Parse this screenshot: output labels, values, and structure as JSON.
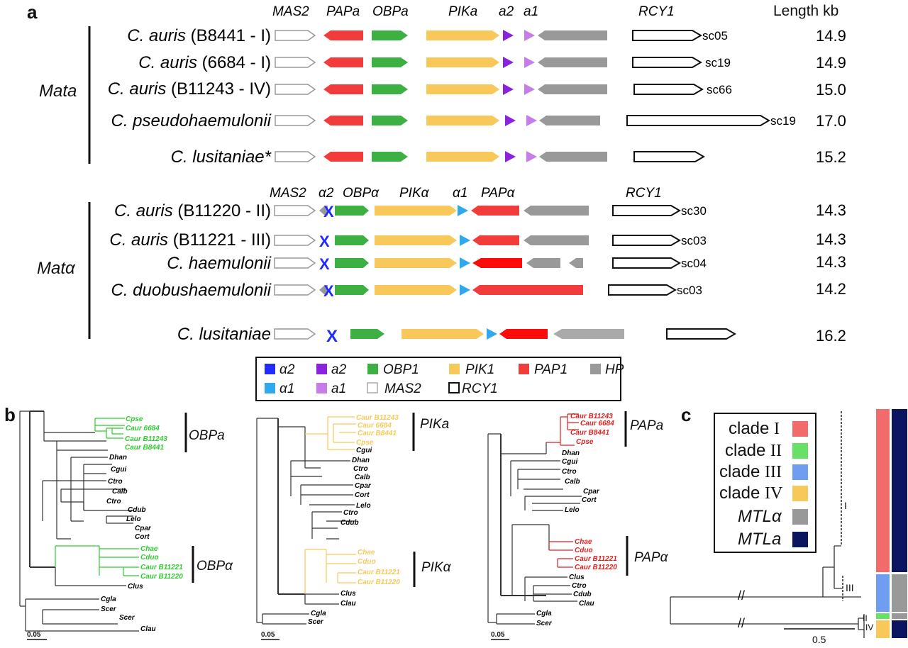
{
  "panels": {
    "a": "a",
    "b": "b",
    "c": "c"
  },
  "panel_a": {
    "length_header": "Length kb",
    "mata_group": "Mata",
    "matalpha_group": "Matα",
    "mata_gene_labels": [
      "MAS2",
      "PAPa",
      "OBPa",
      "PIKa",
      "a2",
      "a1",
      "RCY1"
    ],
    "matalpha_gene_labels": [
      "MAS2",
      "α2",
      "OBPα",
      "PIKα",
      "α1",
      "PAPα",
      "RCY1"
    ],
    "mata_rows": [
      {
        "genus": "C. auris",
        "strain": " (B8441 - I)",
        "scaffold": "sc05",
        "length": "14.9"
      },
      {
        "genus": "C. auris",
        "strain": " (6684 - I)",
        "scaffold": "sc19",
        "length": "14.9"
      },
      {
        "genus": "C. auris",
        "strain": " (B11243 - IV)",
        "scaffold": "sc66",
        "length": "15.0"
      },
      {
        "genus": "C. pseudohaemulonii",
        "strain": "",
        "scaffold": "sc19",
        "length": "17.0"
      },
      {
        "genus": "C. lusitaniae*",
        "strain": "",
        "scaffold": "",
        "length": "15.2"
      }
    ],
    "matalpha_rows": [
      {
        "genus": "C. auris",
        "strain": " (B11220 - II)",
        "scaffold": "sc30",
        "length": "14.3"
      },
      {
        "genus": "C. auris",
        "strain": " (B11221 - III)",
        "scaffold": "sc03",
        "length": "14.3"
      },
      {
        "genus": "C. haemulonii",
        "strain": "",
        "scaffold": "sc04",
        "length": "14.3"
      },
      {
        "genus": "C. duobushaemulonii",
        "strain": "",
        "scaffold": "sc03",
        "length": "14.2"
      },
      {
        "genus": "C. lusitaniae",
        "strain": "",
        "scaffold": "",
        "length": "16.2"
      }
    ],
    "x_mark": "X"
  },
  "legend": {
    "items": [
      {
        "label": "α2",
        "color": "#1f2bff"
      },
      {
        "label": "a2",
        "color": "#8a22e0"
      },
      {
        "label": "OBP1",
        "color": "#3cb043"
      },
      {
        "label": "PIK1",
        "color": "#f8c95a"
      },
      {
        "label": "PAP1",
        "color": "#f23b3b"
      },
      {
        "label": "HP",
        "color": "#999999"
      },
      {
        "label": "α1",
        "color": "#2fa8ee"
      },
      {
        "label": "a1",
        "color": "#c77de8"
      },
      {
        "label": "MAS2",
        "color": "#aaaaaa"
      },
      {
        "label": "RCY1",
        "color": "#111111"
      }
    ]
  },
  "panel_b": {
    "trees": [
      {
        "clade_labels": [
          "OBPa",
          "OBPα"
        ],
        "leaves": [
          "Cpse",
          "Caur 6684",
          "Caur B11243",
          "Caur B8441",
          "Dhan",
          "Cgui",
          "Ctro",
          "Calb",
          "Ctro",
          "Cdub",
          "Lelo",
          "Cpar",
          "Cort",
          "Chae",
          "Cduo",
          "Caur B11221",
          "Caur B11220",
          "Clus",
          "Cgla",
          "Scer",
          "Scer",
          "Clau"
        ],
        "scale": "0.05"
      },
      {
        "clade_labels": [
          "PIKa",
          "PIKα"
        ],
        "leaves": [
          "Caur B11243",
          "Caur 6684",
          "Caur B8441",
          "Cpse",
          "Cgui",
          "Dhan",
          "Ctro",
          "Calb",
          "Cpar",
          "Cort",
          "Lelo",
          "Ctro",
          "Cdub",
          "Chae",
          "Cduo",
          "Caur B11221",
          "Caur B11220",
          "Clus",
          "Clau",
          "Cgla",
          "Scer"
        ],
        "scale": "0.05"
      },
      {
        "clade_labels": [
          "PAPa",
          "PAPα"
        ],
        "leaves": [
          "Caur B11243",
          "Caur 6684",
          "Caur B8441",
          "Cpse",
          "Dhan",
          "Cgui",
          "Ctro",
          "Calb",
          "Cpar",
          "Cort",
          "Lelo",
          "Chae",
          "Cduo",
          "Caur B11221",
          "Caur B11220",
          "Clus",
          "Ctro",
          "Cdub",
          "Clau",
          "Cgla",
          "Scer"
        ],
        "scale": "0.05"
      }
    ]
  },
  "panel_c": {
    "legend": [
      {
        "label_prefix": "clade ",
        "label_num": "I",
        "color": "#f26b6b"
      },
      {
        "label_prefix": "clade ",
        "label_num": "II",
        "color": "#66e066"
      },
      {
        "label_prefix": "clade ",
        "label_num": "III",
        "color": "#6f9ef0"
      },
      {
        "label_prefix": "clade ",
        "label_num": "IV",
        "color": "#f8c95a"
      },
      {
        "label_prefix": "MTLα",
        "label_num": "",
        "color": "#999999"
      },
      {
        "label_prefix": "MTLa",
        "label_num": "",
        "color": "#0b1560"
      }
    ],
    "tree_labels": [
      "I",
      "III",
      "II",
      "IV"
    ],
    "scale": "0.5",
    "break_mark": "//"
  }
}
